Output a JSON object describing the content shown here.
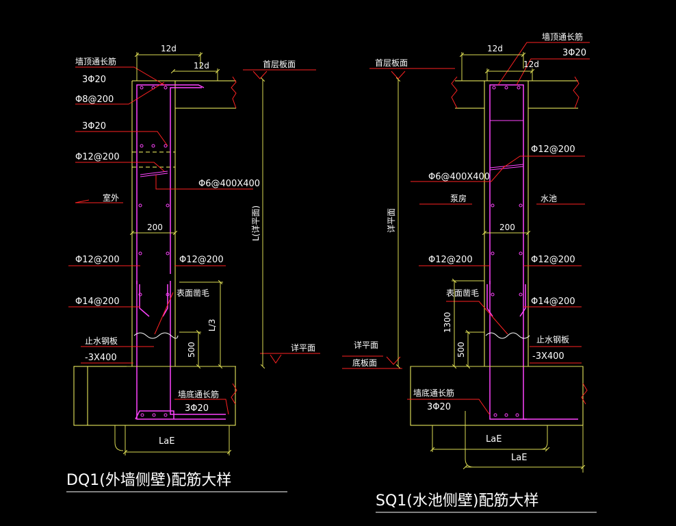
{
  "colors": {
    "background": "#000000",
    "wall_outline": "#ffff66",
    "rebar": "#ff44ff",
    "leader": "#ff2222",
    "dimension": "#dddd55",
    "text": "#ffffff"
  },
  "left_detail": {
    "title": "DQ1(外墙侧壁)配筋大样",
    "dim_12d_top": "12d",
    "dim_12d_inner": "12d",
    "top_bars_label": "墙顶通长筋",
    "top_bars_spec": "3Φ20",
    "stirrup_top": "Φ8@200",
    "bars_mid": "3Φ20",
    "bars_12_200": "Φ12@200",
    "tie_bars": "Φ6@400X400",
    "side_outside": "室外",
    "wall_thickness": "200",
    "bars_left_12": "Φ12@200",
    "bars_right_12": "Φ12@200",
    "bars_14": "Φ14@200",
    "roughen": "表面凿毛",
    "dim_l3": "L/3",
    "dim_500": "500",
    "waterstop_label": "止水钢板",
    "waterstop_spec": "-3X400",
    "bottom_bars_label": "墙底通长筋",
    "bottom_bars_spec": "3Φ20",
    "dim_lae": "LaE",
    "floor_label": "首层板面",
    "height_label": "L(详平面)",
    "base_label": "详平面"
  },
  "right_detail": {
    "title": "SQ1(水池侧壁)配筋大样",
    "top_bars_label": "墙顶通长筋",
    "top_bars_spec": "3Φ20",
    "dim_12d_top": "12d",
    "dim_12d_inner": "12d",
    "floor_label": "首层板面",
    "bars_12_200": "Φ12@200",
    "tie_bars": "Φ6@400X400",
    "side_left": "泵房",
    "side_right": "水池",
    "height_label": "详平面",
    "wall_thickness": "200",
    "bars_left_12": "Φ12@200",
    "bars_right_12": "Φ12@200",
    "roughen": "表面凿毛",
    "bars_14": "Φ14@200",
    "dim_1300": "1300",
    "dim_500": "500",
    "waterstop_label": "止水钢板",
    "waterstop_spec": "-3X400",
    "base_label": "详平面",
    "bottom_face": "底板面",
    "bottom_bars_label": "墙底通长筋",
    "bottom_bars_spec": "3Φ20",
    "dim_lae_1": "LaE",
    "dim_lae_2": "LaE"
  }
}
